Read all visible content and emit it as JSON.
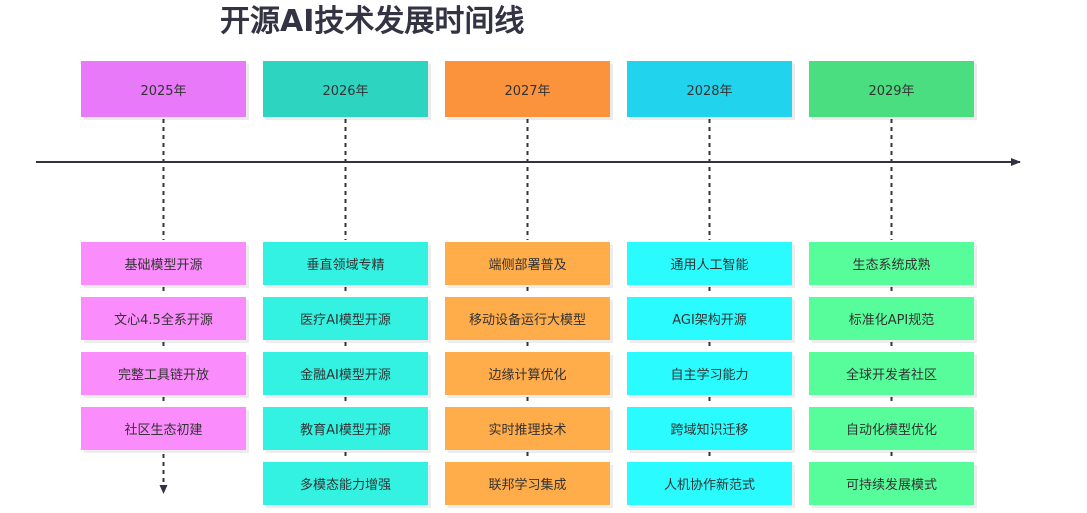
{
  "title": "开源AI技术发展时间线",
  "colors": {
    "line": "#33333f",
    "year_headers": [
      "#e879f9",
      "#2dd4bf",
      "#fb923c",
      "#22d3ee",
      "#4ade80"
    ],
    "item_boxes": [
      "#fa8cfc",
      "#33f2e2",
      "#ffac4a",
      "#2afbff",
      "#57fd9a"
    ]
  },
  "columns": [
    {
      "year": "2025年",
      "items": [
        "基础模型开源",
        "文心4.5全系开源",
        "完整工具链开放",
        "社区生态初建"
      ]
    },
    {
      "year": "2026年",
      "items": [
        "垂直领域专精",
        "医疗AI模型开源",
        "金融AI模型开源",
        "教育AI模型开源",
        "多模态能力增强"
      ]
    },
    {
      "year": "2027年",
      "items": [
        "端侧部署普及",
        "移动设备运行大模型",
        "边缘计算优化",
        "实时推理技术",
        "联邦学习集成"
      ]
    },
    {
      "year": "2028年",
      "items": [
        "通用人工智能",
        "AGI架构开源",
        "自主学习能力",
        "跨域知识迁移",
        "人机协作新范式"
      ]
    },
    {
      "year": "2029年",
      "items": [
        "生态系统成熟",
        "标准化API规范",
        "全球开发者社区",
        "自动化模型优化",
        "可持续发展模式"
      ]
    }
  ]
}
